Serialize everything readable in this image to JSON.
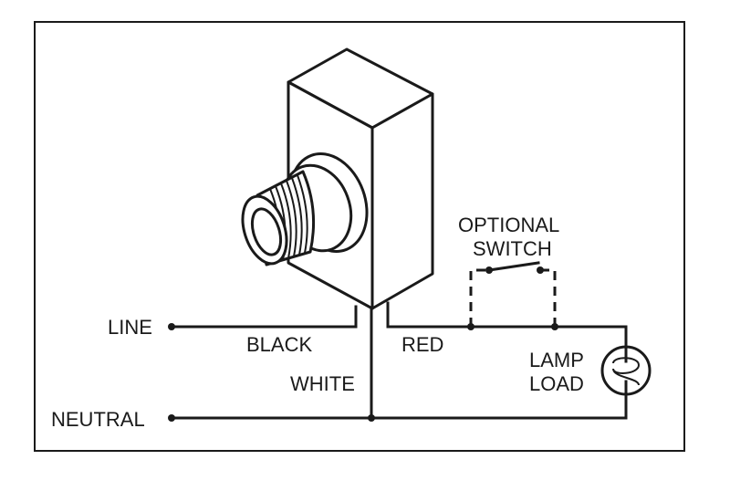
{
  "labels": {
    "line": "LINE",
    "neutral": "NEUTRAL",
    "black": "BLACK",
    "white": "WHITE",
    "red": "RED",
    "optional_switch_line1": "OPTIONAL",
    "optional_switch_line2": "SWITCH",
    "lamp_load_line1": "LAMP",
    "lamp_load_line2": "LOAD"
  }
}
